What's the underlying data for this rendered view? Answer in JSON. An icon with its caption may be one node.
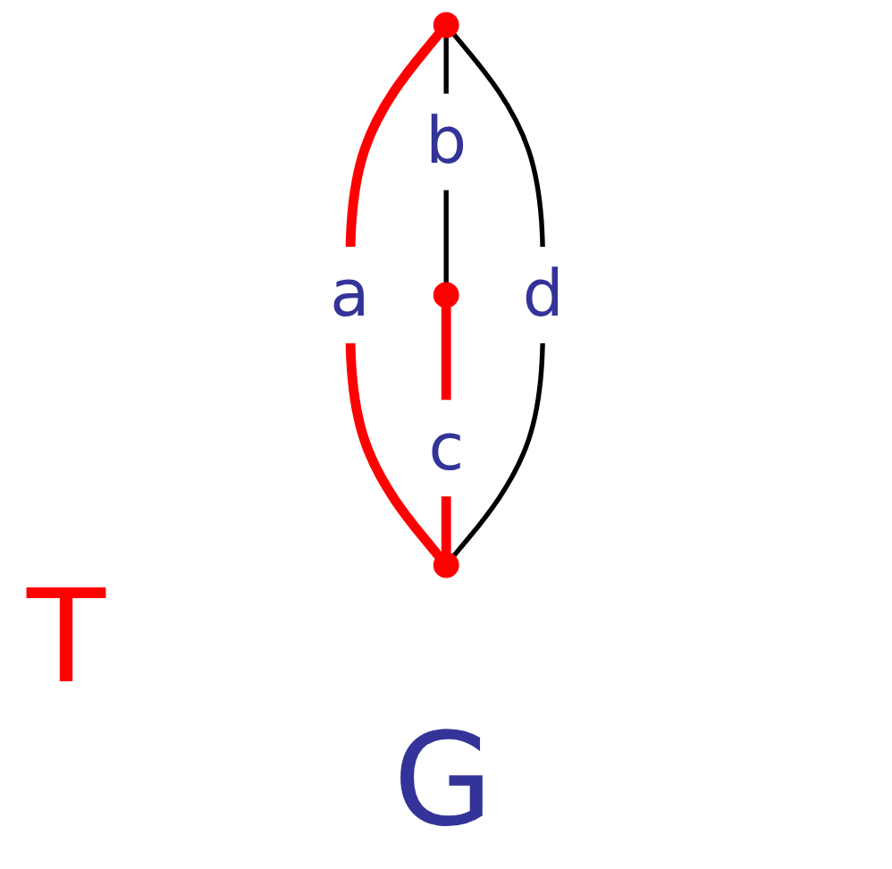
{
  "diagram": {
    "nodes": [
      {
        "text": [],
        "shape": "circle"
      },
      {
        "text": [],
        "shape": "circle"
      },
      {
        "text": [],
        "shape": "circle"
      }
    ],
    "edges": [
      {
        "from": 0,
        "to": 2,
        "arrow": "none",
        "label": "a",
        "style": "thick",
        "color": "#ff0000"
      },
      {
        "from": 0,
        "to": 1,
        "arrow": "none",
        "label": "b",
        "color": "#000000"
      },
      {
        "from": 1,
        "to": 2,
        "arrow": "none",
        "label": "c",
        "style": "thick",
        "color": "#ff0000"
      },
      {
        "from": 0,
        "to": 2,
        "arrow": "none",
        "label": "d",
        "color": "#000000"
      }
    ],
    "labels": [
      "T",
      "G"
    ]
  }
}
